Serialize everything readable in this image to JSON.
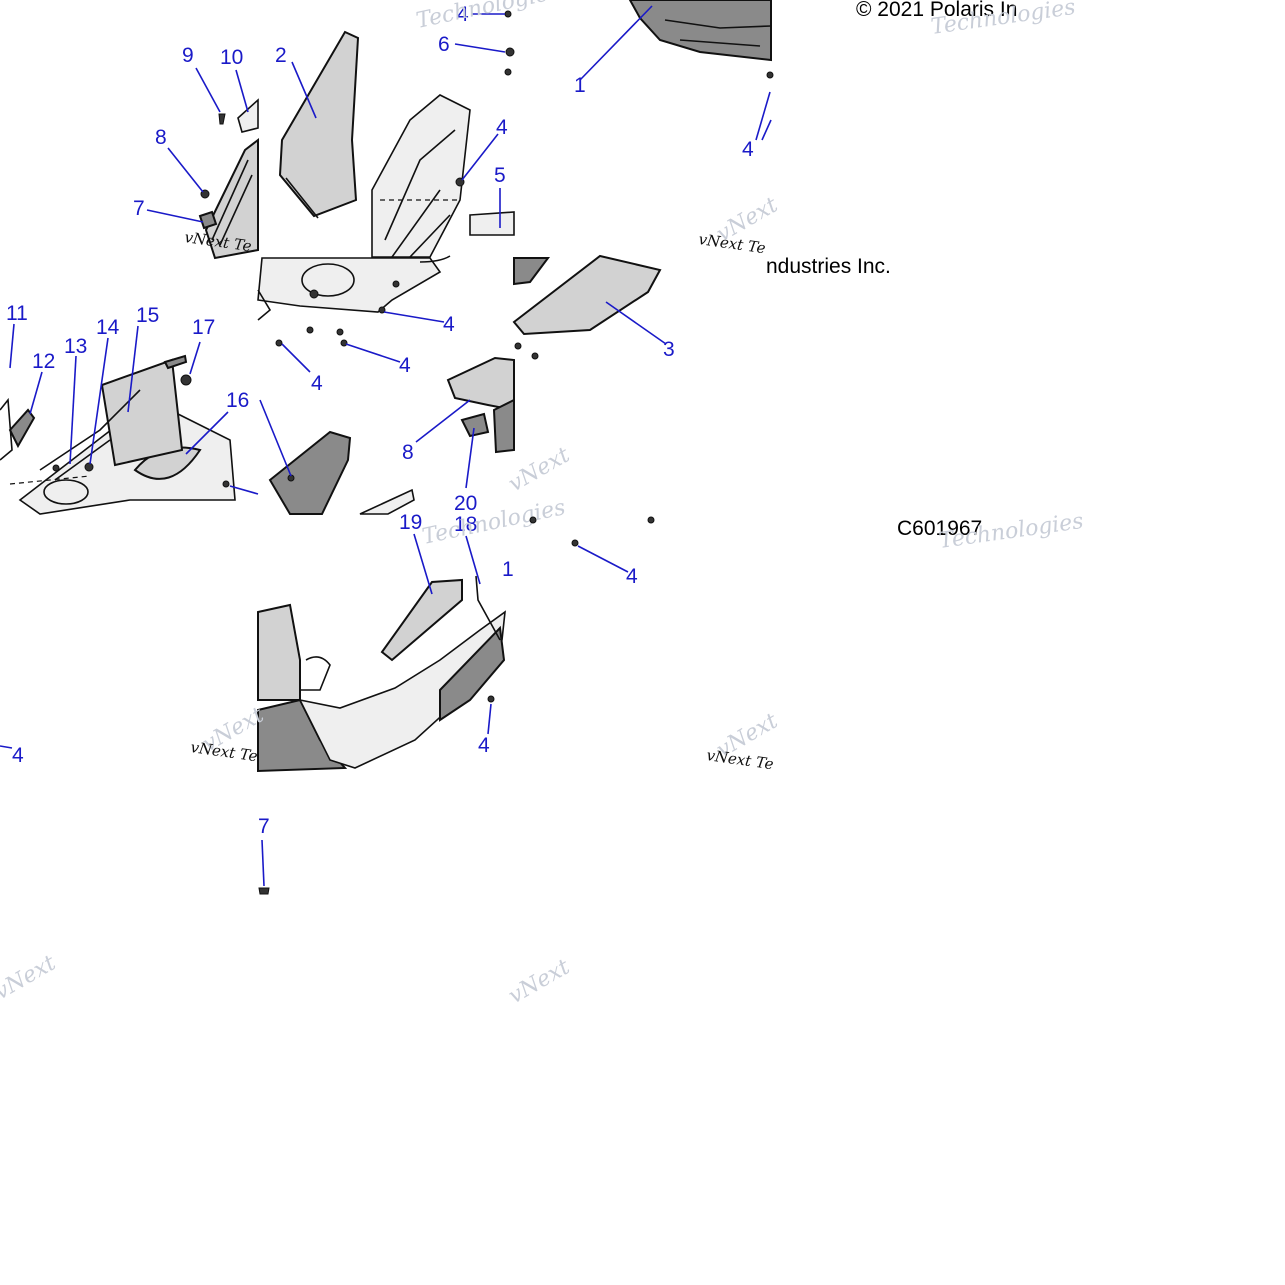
{
  "copyright_top": "© 2021 Polaris In",
  "copyright_mid": "ndustries Inc.",
  "diagram_code": "C601967",
  "watermark_a": "vNext",
  "watermark_b": "Technologies",
  "watermark_c": "vNext Te",
  "callouts": {
    "c1": "1",
    "c2": "2",
    "c3": "3",
    "c4": "4",
    "c5": "5",
    "c6": "6",
    "c7": "7",
    "c8": "8",
    "c9": "9",
    "c10": "10",
    "c11": "11",
    "c12": "12",
    "c13": "13",
    "c14": "14",
    "c15": "15",
    "c16": "16",
    "c17": "17",
    "c18": "18",
    "c19": "19",
    "c20": "20"
  }
}
